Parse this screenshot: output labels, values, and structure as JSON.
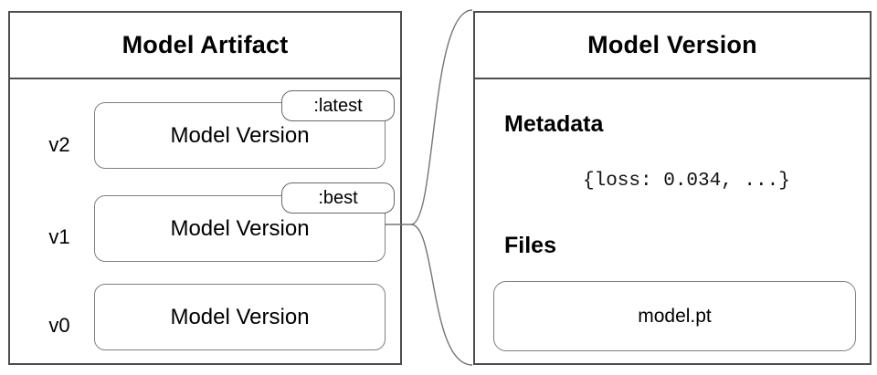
{
  "left_panel": {
    "title": "Model Artifact",
    "rows": [
      {
        "version": "v2",
        "box_label": "Model Version",
        "tag": ":latest"
      },
      {
        "version": "v1",
        "box_label": "Model Version",
        "tag": ":best"
      },
      {
        "version": "v0",
        "box_label": "Model Version"
      }
    ]
  },
  "right_panel": {
    "title": "Model Version",
    "metadata_heading": "Metadata",
    "metadata_value": "{loss: 0.034, ...}",
    "files_heading": "Files",
    "file_name": "model.pt"
  },
  "connector": {
    "from": "v1 Model Version box",
    "to": "Model Version detail panel"
  },
  "colors": {
    "background": "#ffffff",
    "panel_border": "#4d4d4d",
    "box_border": "#7f7f7f",
    "tag_border": "#666666",
    "connector_stroke": "#757575",
    "text": "#000000"
  }
}
